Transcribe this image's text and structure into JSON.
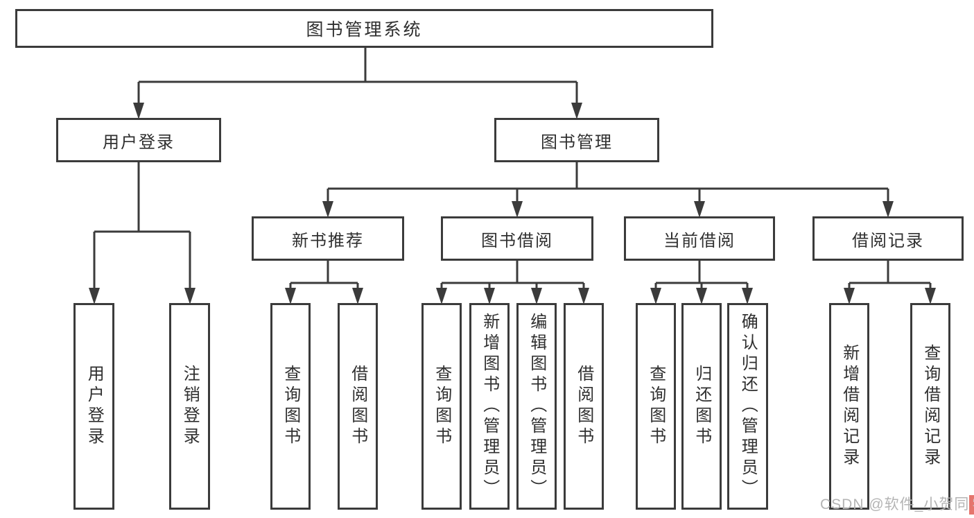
{
  "tree": {
    "root": {
      "label": "图书管理系统"
    },
    "branches": [
      {
        "label": "用户登录",
        "children": [
          {
            "label": "用户登录"
          },
          {
            "label": "注销登录"
          }
        ]
      },
      {
        "label": "图书管理",
        "groups": [
          {
            "label": "新书推荐",
            "children": [
              {
                "label": "查询图书"
              },
              {
                "label": "借阅图书"
              }
            ]
          },
          {
            "label": "图书借阅",
            "children": [
              {
                "label": "查询图书"
              },
              {
                "label": "新增图书（管理员）"
              },
              {
                "label": "编辑图书（管理员）"
              },
              {
                "label": "借阅图书"
              }
            ]
          },
          {
            "label": "当前借阅",
            "children": [
              {
                "label": "查询图书"
              },
              {
                "label": "归还图书"
              },
              {
                "label": "确认归还（管理员）"
              }
            ]
          },
          {
            "label": "借阅记录",
            "children": [
              {
                "label": "新增借阅记录"
              },
              {
                "label": "查询借阅记录"
              }
            ]
          }
        ]
      }
    ]
  },
  "watermark": {
    "prefix": "CSDN @软件_小贺同",
    "accent": "学"
  },
  "colors": {
    "line": "#3b3b3b",
    "text": "#2f2f2f",
    "background": "#ffffff",
    "watermark_text": "#b4b4b4",
    "watermark_accent_bg": "#e5756d"
  }
}
